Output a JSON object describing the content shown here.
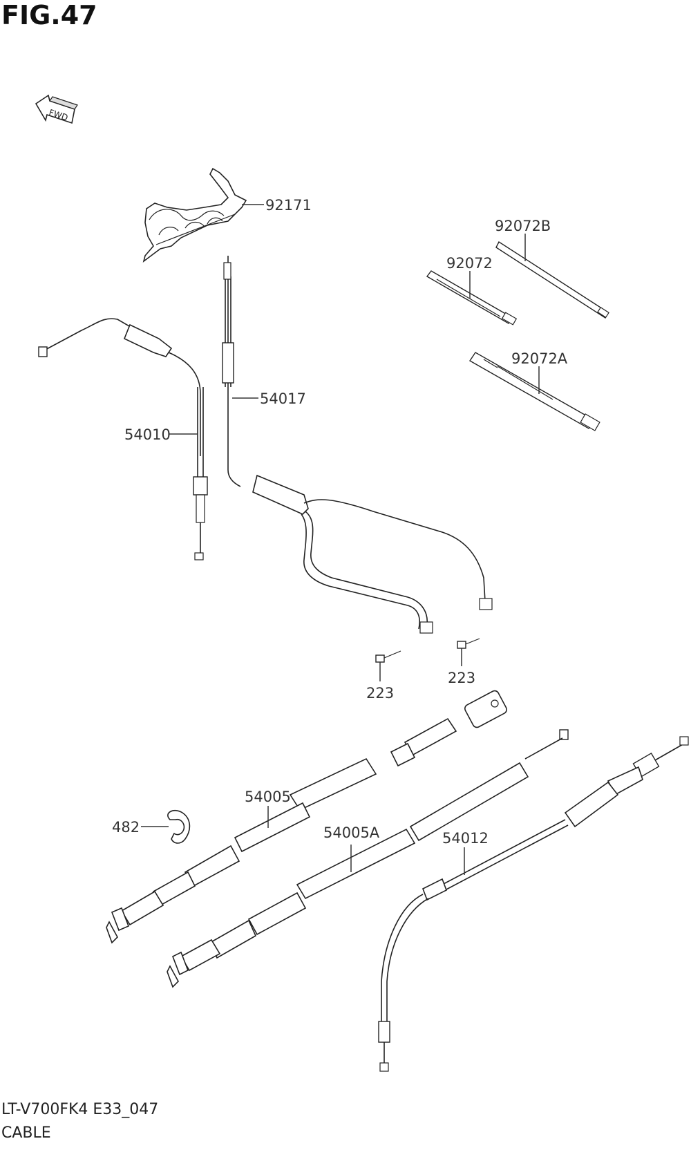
{
  "figure": {
    "title": "FIG.47"
  },
  "direction_marker": {
    "label": "FWD",
    "icon": "fwd-arrow-icon"
  },
  "parts": [
    {
      "id": "92171",
      "label": "92171"
    },
    {
      "id": "92072B",
      "label": "92072B"
    },
    {
      "id": "92072",
      "label": "92072"
    },
    {
      "id": "92072A",
      "label": "92072A"
    },
    {
      "id": "54017",
      "label": "54017"
    },
    {
      "id": "54010",
      "label": "54010"
    },
    {
      "id": "223a",
      "label": "223"
    },
    {
      "id": "223b",
      "label": "223"
    },
    {
      "id": "54005",
      "label": "54005"
    },
    {
      "id": "482",
      "label": "482"
    },
    {
      "id": "54005A",
      "label": "54005A"
    },
    {
      "id": "54012",
      "label": "54012"
    }
  ],
  "footer": {
    "code": "LT-V700FK4 E33_047",
    "name": "CABLE"
  }
}
